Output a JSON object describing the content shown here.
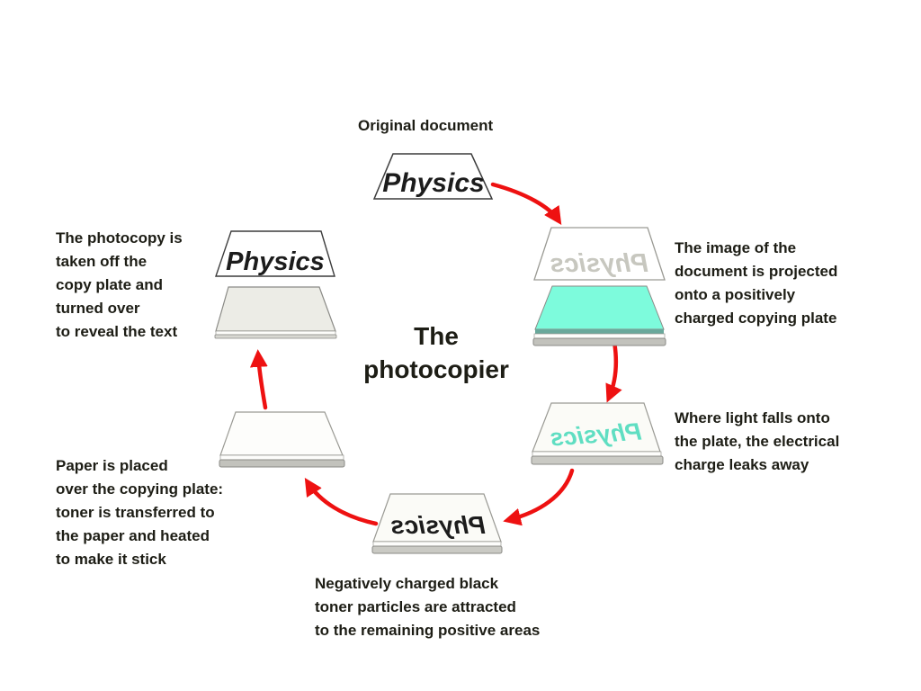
{
  "diagram": {
    "title": "The\nphotocopier",
    "original_label": "Original document",
    "physics": "Physics",
    "steps": {
      "projected": "The image of the\ndocument is projected\nonto a positively\ncharged copying plate",
      "light": "Where light falls onto\nthe plate, the electrical\ncharge leaks away",
      "toner": "Negatively charged black\ntoner particles are attracted\nto the remaining positive areas",
      "paper": "Paper is placed\nover the copying plate:\ntoner is transferred to\nthe paper and heated\nto make it stick",
      "photocopy": "The photocopy is\ntaken off the\ncopy plate and\nturned over\nto reveal the text"
    },
    "colors": {
      "arrow_red": "#ee1111",
      "charged_plate_teal": "#7dfbdc",
      "leaked_charge_text_teal": "#5fdec2",
      "projected_ghost_text_gray": "#c7c7bf",
      "toner_text_black": "#1c1c1c",
      "plate_front_edge_gray": "#c9c9c3"
    }
  }
}
